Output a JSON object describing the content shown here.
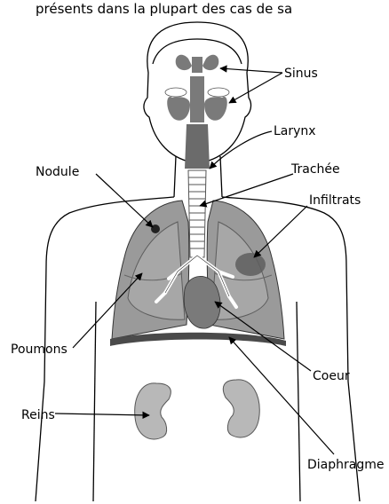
{
  "caption": "présents dans la plupart des cas de sa",
  "labels": {
    "sinus": "Sinus",
    "larynx": "Larynx",
    "trachee": "Trachée",
    "nodule": "Nodule",
    "infiltrats": "Infiltrats",
    "poumons": "Poumons",
    "coeur": "Coeur",
    "reins": "Reins",
    "diaphragme": "Diaphragme"
  },
  "colors": {
    "outline": "#000000",
    "organ_dark": "#6b6b6b",
    "organ_mid": "#8a8a8a",
    "lung": "#9a9a9a",
    "lung_light": "#b0b0b0",
    "kidney": "#b8b8b8",
    "background": "#ffffff"
  }
}
